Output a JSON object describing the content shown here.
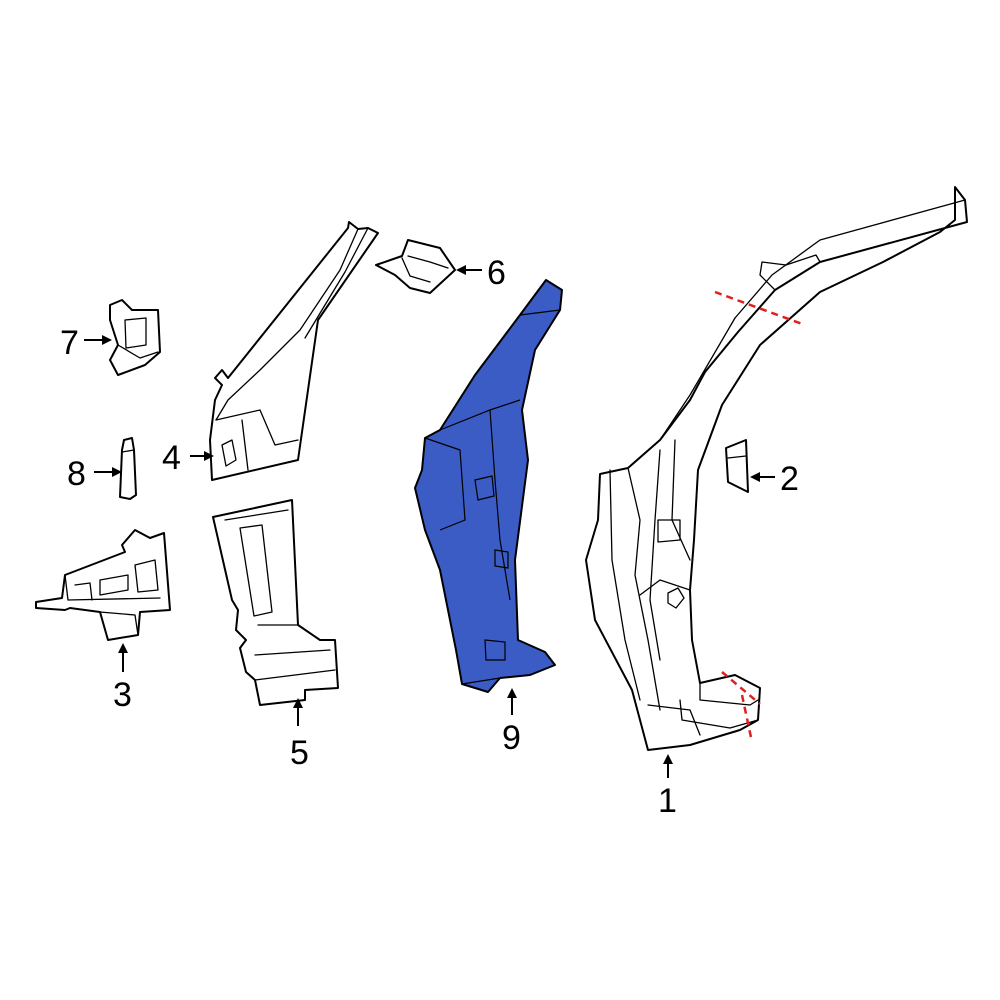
{
  "diagram": {
    "highlight_color": "#3a5cc4",
    "cut_line_color": "#e02020",
    "callouts": {
      "c1": "1",
      "c2": "2",
      "c3": "3",
      "c4": "4",
      "c5": "5",
      "c6": "6",
      "c7": "7",
      "c8": "8",
      "c9": "9"
    }
  }
}
